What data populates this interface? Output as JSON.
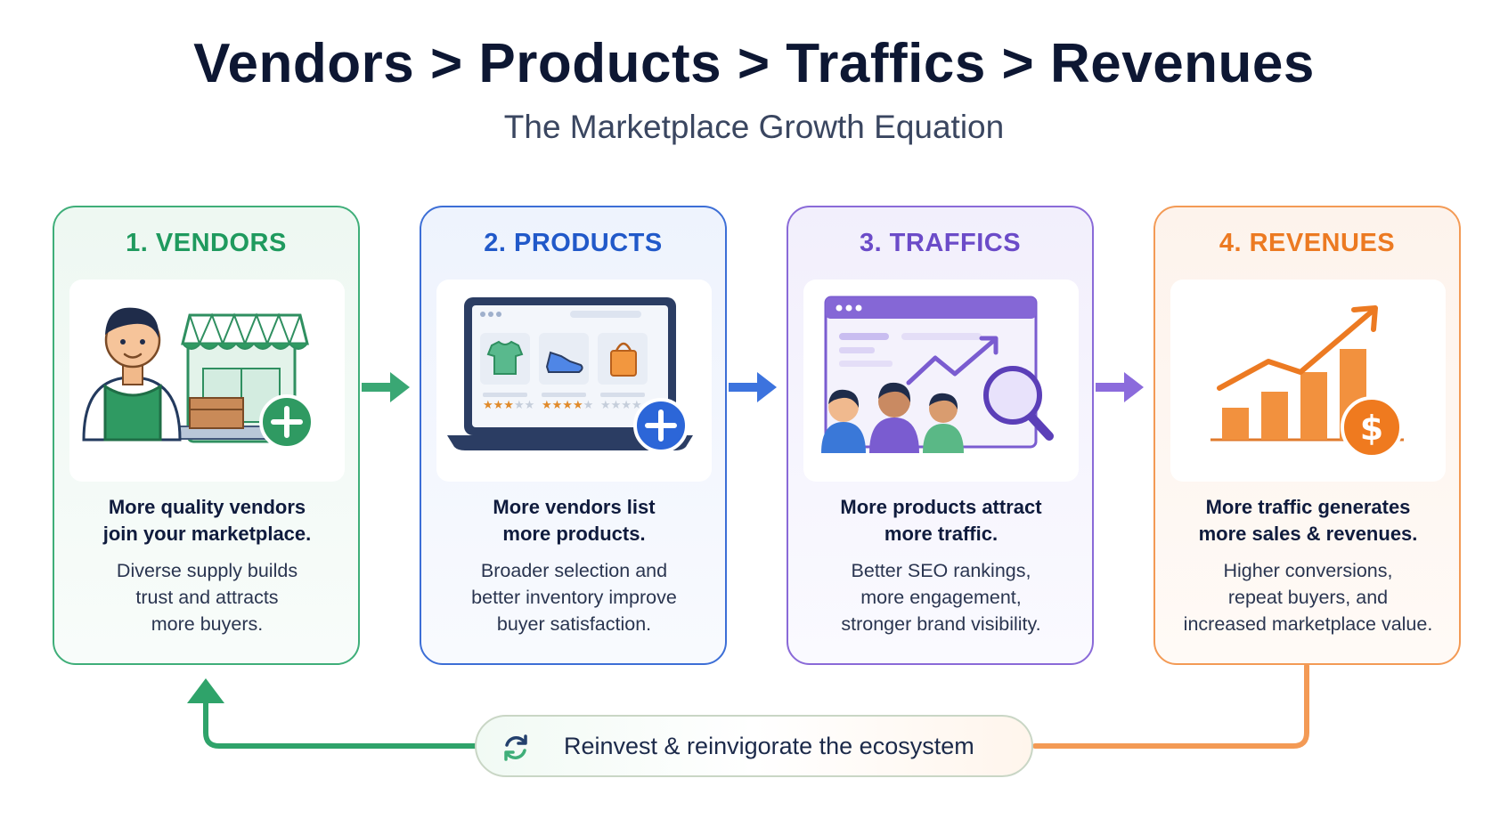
{
  "header": {
    "title": "Vendors > Products > Traffics > Revenues",
    "subtitle": "The Marketplace Growth Equation"
  },
  "steps": [
    {
      "title": "1. VENDORS",
      "headline_line1": "More quality vendors",
      "headline_line2": "join your marketplace.",
      "body_line1": "Diverse supply builds",
      "body_line2": "trust and attracts",
      "body_line3": "more buyers.",
      "accent": "#3fae79"
    },
    {
      "title": "2. PRODUCTS",
      "headline_line1": "More vendors list",
      "headline_line2": "more products.",
      "body_line1": "Broader selection and",
      "body_line2": "better inventory improve",
      "body_line3": "buyer satisfaction.",
      "accent": "#3c6ed6"
    },
    {
      "title": "3. TRAFFICS",
      "headline_line1": "More products attract",
      "headline_line2": "more traffic.",
      "body_line1": "Better SEO rankings,",
      "body_line2": "more engagement,",
      "body_line3": "stronger brand visibility.",
      "accent": "#8a6ad8"
    },
    {
      "title": "4. REVENUES",
      "headline_line1": "More traffic generates",
      "headline_line2": "more sales & revenues.",
      "body_line1": "Higher conversions,",
      "body_line2": "repeat buyers, and",
      "body_line3": "increased marketplace value.",
      "accent": "#f39a55"
    }
  ],
  "loop": {
    "label": "Reinvest & reinvigorate the ecosystem",
    "icon": "refresh-icon"
  },
  "icons": {
    "step1": "vendor-storefront-icon",
    "step2": "laptop-catalog-icon",
    "step3": "traffic-analytics-icon",
    "step4": "revenue-growth-icon"
  },
  "colors": {
    "green": "#3fae79",
    "blue": "#3c6ed6",
    "purple": "#8a6ad8",
    "orange": "#f39a55",
    "dark": "#0d1733"
  }
}
